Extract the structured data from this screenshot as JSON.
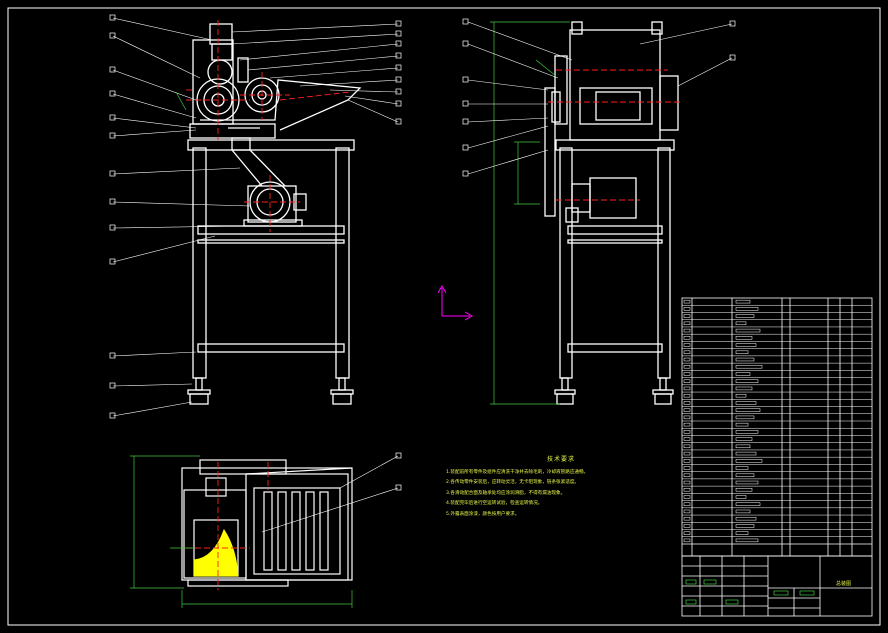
{
  "drawing": {
    "notes_title": "技术要求",
    "notes": [
      "1.装配前所有零件及组件应清洗干净并去除毛刺，冷却液管路应通畅。",
      "2.各传动零件安装后，应转动灵活，无卡阻现象，链条张紧适度。",
      "3.各滑动配合面及轴承处均应涂润滑脂，不得有漏油现象。",
      "4.装配完毕后进行空运转试验，检查运转情况。",
      "5.外露表面涂漆，颜色按用户要求。"
    ],
    "title_block_label": "总装图"
  },
  "colors": {
    "background": "#000000",
    "outline": "#ffffff",
    "center_line": "#ff2020",
    "dimension": "#3fc93f",
    "leader": "#ffffff",
    "note_text": "#e8f54a",
    "highlight": "#ffff00",
    "axis_x": "#ff00ff",
    "axis_y": "#ff00ff"
  }
}
